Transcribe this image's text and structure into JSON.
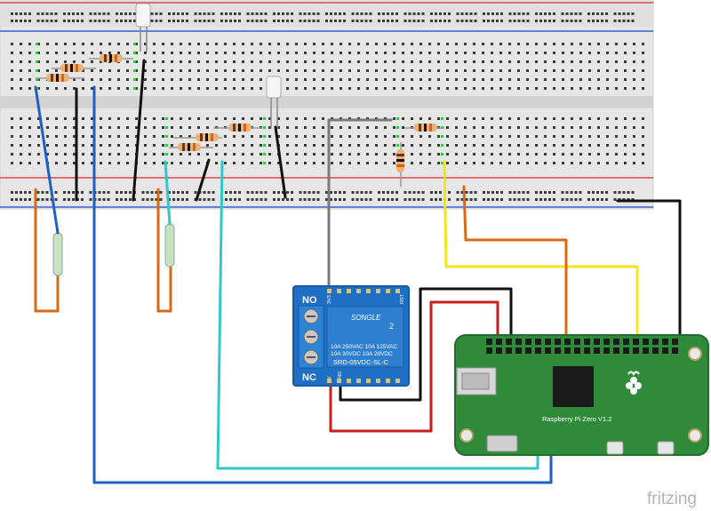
{
  "relay": {
    "no_label": "NO",
    "nc_label": "NC",
    "brand": "SONGLE",
    "spec_1": "10A 250VAC  10A 125VAC",
    "spec_2": "10A  30VDC  10A  28VDC",
    "model": "SRD-05VDC-SL-C",
    "pin_top_1": "3V3",
    "pin_top_last": "RST",
    "pin_bottom_1": "5V",
    "pin_bottom_2": "GND",
    "pin_number": "2"
  },
  "pi": {
    "name": "Raspberry Pi Zero V1.2"
  },
  "watermark": "fritzing",
  "colors": {
    "breadboard": "#e6e6e6",
    "rail_red": "#e04545",
    "rail_blue": "#3b5fd0",
    "hole": "#3a3a3a",
    "hole_green": "#2ecc40",
    "relay_blue": "#1f6fc4",
    "relay_dark": "#155aa3",
    "pi_green": "#2f8a3a",
    "pi_green_dark": "#246b2e",
    "wire_orange": "#d86a12",
    "wire_blue": "#1e5fc0",
    "wire_cyan": "#33c6c6",
    "wire_black": "#111111",
    "wire_gray": "#7a7a7a",
    "wire_red": "#c81e1e",
    "wire_yellow": "#f2e51c",
    "wire_light_blue": "#3aa0e8"
  }
}
